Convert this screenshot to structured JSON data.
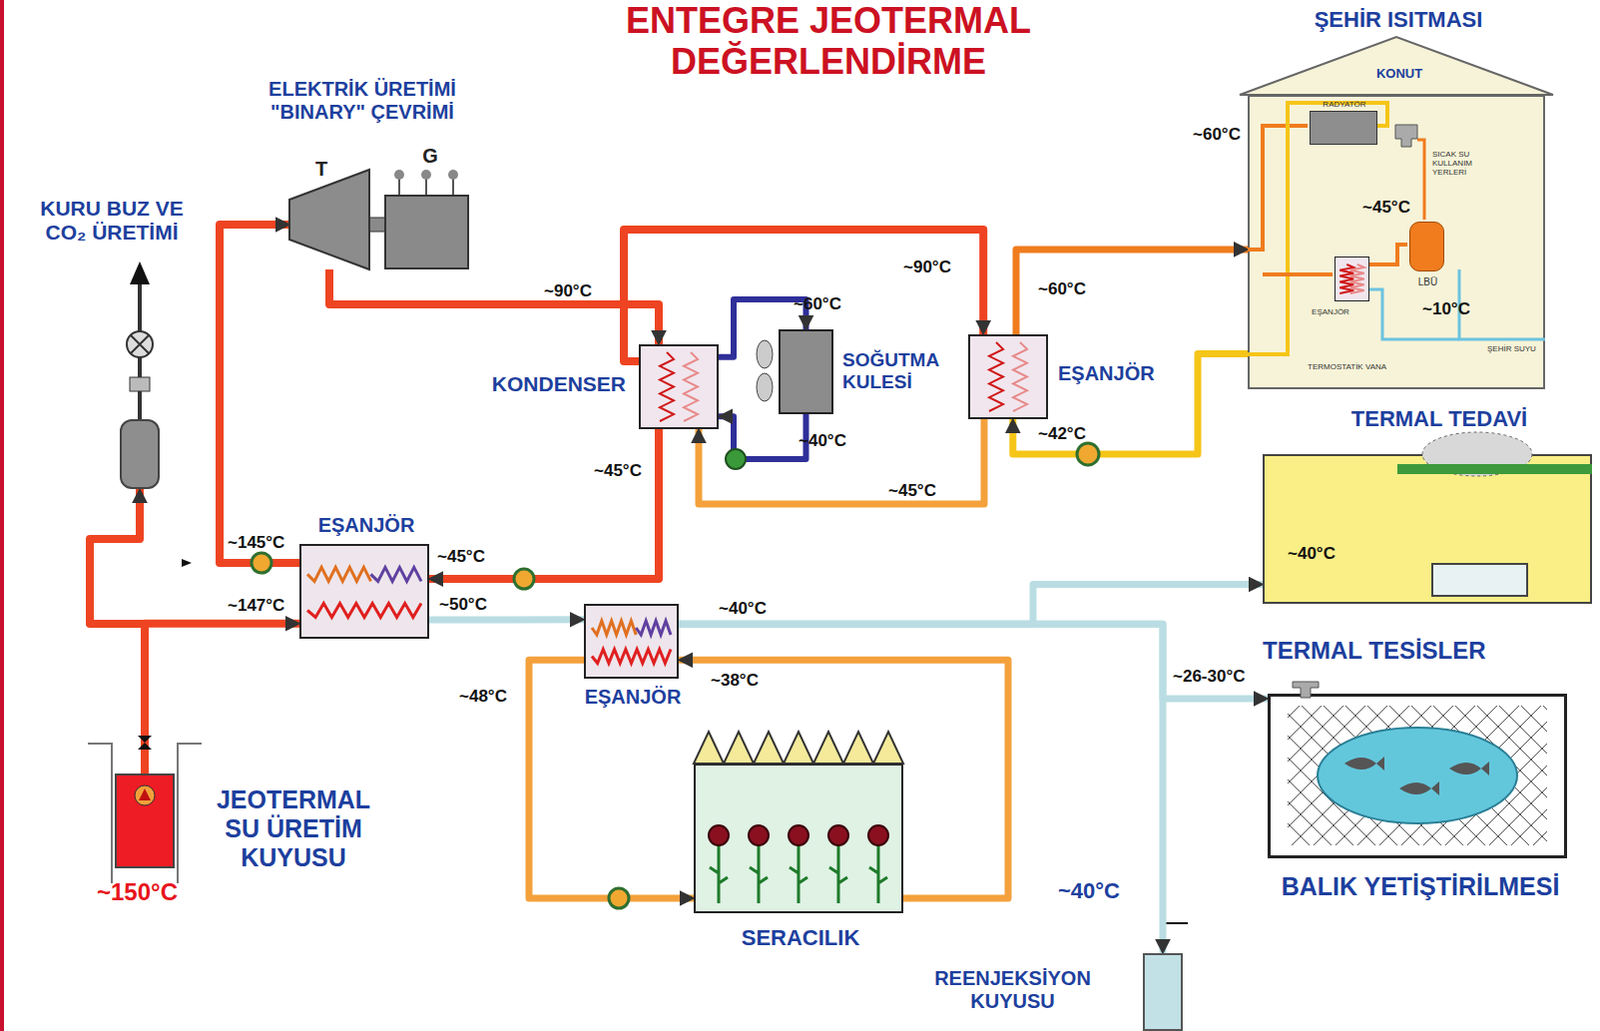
{
  "diagram": {
    "title": "ENTEGRE JEOTERMAL DEĞERLENDİRME",
    "nodes": [
      {
        "text": [
          "~150°C",
          "JEOTERMAL SU ÜRETİM KUYUSU"
        ]
      },
      {
        "text": [
          "KURU BUZ VE CO₂ ÜRETİMİ"
        ]
      },
      {
        "text": [
          "ELEKTRİK ÜRETİMİ \"BINARY\" ÇEVRİMİ"
        ]
      },
      {
        "text": [
          "T"
        ],
        "in": 2
      },
      {
        "text": [
          "G"
        ],
        "in": 2
      },
      {
        "text": [
          "KONDENSER"
        ]
      },
      {
        "text": [
          "SOĞUTMA KULESİ"
        ]
      },
      {
        "text": [
          "EŞANJÖR"
        ]
      },
      {
        "text": [
          "ŞEHİR ISITMASI",
          "KONUT"
        ]
      },
      {
        "text": [
          "RADYATÖR"
        ],
        "in": 8
      },
      {
        "text": [
          "EŞANJÖR"
        ],
        "in": 8
      },
      {
        "text": [
          "LBÜ"
        ],
        "in": 8
      },
      {
        "text": [
          "EŞANJÖR"
        ]
      },
      {
        "text": [
          "EŞANJÖR"
        ]
      },
      {
        "text": [
          "SERACILIK"
        ]
      },
      {
        "text": [
          "TERMAL TEDAVİ"
        ]
      },
      {
        "text": [
          "BALIK YETİŞTİRİLMESİ"
        ]
      },
      {
        "text": [
          "REENJEKSİYON KUYUSU"
        ]
      }
    ],
    "edges": [
      {
        "from": 0,
        "to": 12,
        "arrow": "to"
      },
      {
        "from": 0,
        "to": 1,
        "arrow": "to"
      },
      {
        "from": 12,
        "to": 3,
        "arrow": "to"
      },
      {
        "from": 3,
        "to": 5,
        "arrow": "to"
      },
      {
        "from": 5,
        "to": 7,
        "arrow": "to"
      },
      {
        "from": 5,
        "to": 6,
        "arrow": "to"
      },
      {
        "from": 6,
        "to": 5,
        "arrow": "to"
      },
      {
        "from": 7,
        "to": 8,
        "arrow": "to"
      },
      {
        "from": 8,
        "to": 7,
        "arrow": "to"
      },
      {
        "from": 7,
        "to": 5,
        "arrow": "to"
      },
      {
        "from": 5,
        "to": 12,
        "arrow": "to"
      },
      {
        "from": 12,
        "to": 13,
        "arrow": "to"
      },
      {
        "from": 13,
        "to": 15,
        "arrow": "to"
      },
      {
        "from": 13,
        "to": 16,
        "arrow": "to"
      },
      {
        "from": 13,
        "to": 17,
        "arrow": "to"
      },
      {
        "from": 13,
        "to": 14,
        "arrow": "to"
      },
      {
        "from": 14,
        "to": 13,
        "arrow": "to"
      }
    ],
    "labels": [
      "~60°C",
      "SICAK SU KULLANIM YERLERİ",
      "~45°C",
      "~90°C",
      "~60°C",
      "~90°C",
      "~60°C",
      "~10°C",
      "ŞEHİR SUYU",
      "TERMOSTATİK VANA",
      "~40°C",
      "~42°C",
      "~45°C",
      "~45°C",
      "~145°C",
      "~45°C",
      "~147°C",
      "~50°C",
      "~40°C",
      "~40°C",
      "TERMAL TESİSLER",
      "~26-30°C",
      "~38°C",
      "~48°C",
      "~40°C"
    ]
  }
}
